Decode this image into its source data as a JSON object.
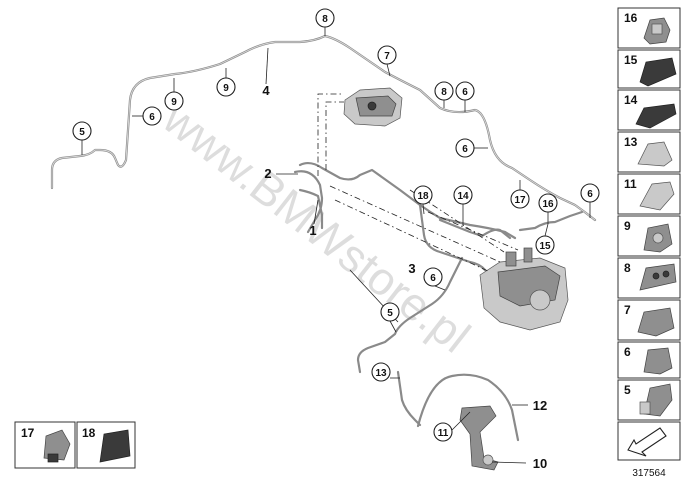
{
  "diagram": {
    "reference_number": "317564",
    "watermark": "www.BMWstore.pl",
    "callouts": {
      "c8": "8",
      "c7": "7",
      "c9a": "9",
      "c9b": "9",
      "c6a": "6",
      "c5a": "5",
      "c8b": "8",
      "c6b": "6",
      "c6c": "6",
      "c17": "17",
      "c16": "16",
      "c6d": "6",
      "c15": "15",
      "c18": "18",
      "c14": "14",
      "c6e": "6",
      "c5b": "5",
      "c13": "13",
      "c11": "11"
    },
    "bold_labels": {
      "l4": "4",
      "l2": "2",
      "l1": "1",
      "l3": "3",
      "l12": "12",
      "l10": "10"
    },
    "legend_right": [
      "16",
      "15",
      "14",
      "13",
      "11",
      "9",
      "8",
      "7",
      "6",
      "5"
    ],
    "legend_bottom": [
      "17",
      "18"
    ]
  }
}
